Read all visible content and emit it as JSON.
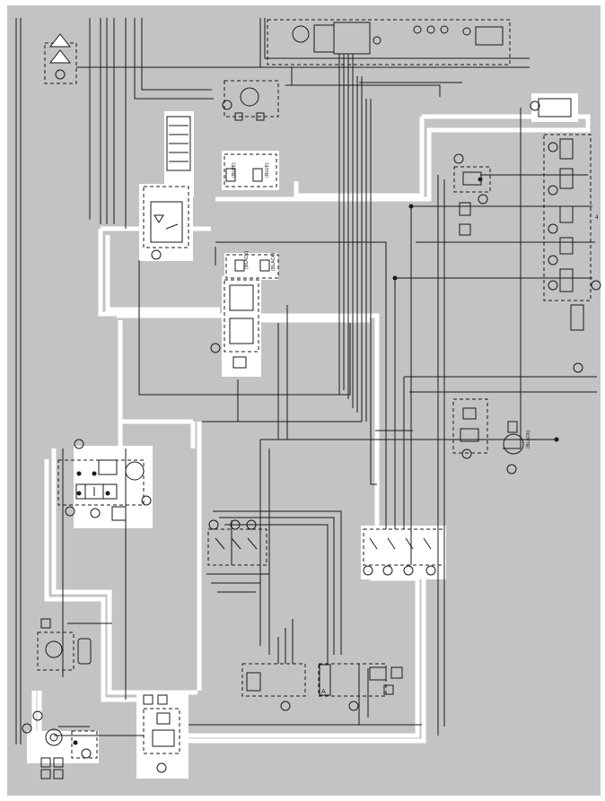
{
  "diagram": {
    "title": "",
    "colors": {
      "sheet": "#c3c3c3",
      "line": "#1a1a1a",
      "highlight": "#ffffff",
      "box_fill": "#ffffff"
    },
    "plug_labels": {
      "left_a": "(BLUE)",
      "left_b": "(BLUE)",
      "mid_a": "(BLACK)",
      "mid_b": "(BLACK)",
      "right_plug": "(BLACK)"
    },
    "connector_letter": "A",
    "corner_mark": "4"
  }
}
